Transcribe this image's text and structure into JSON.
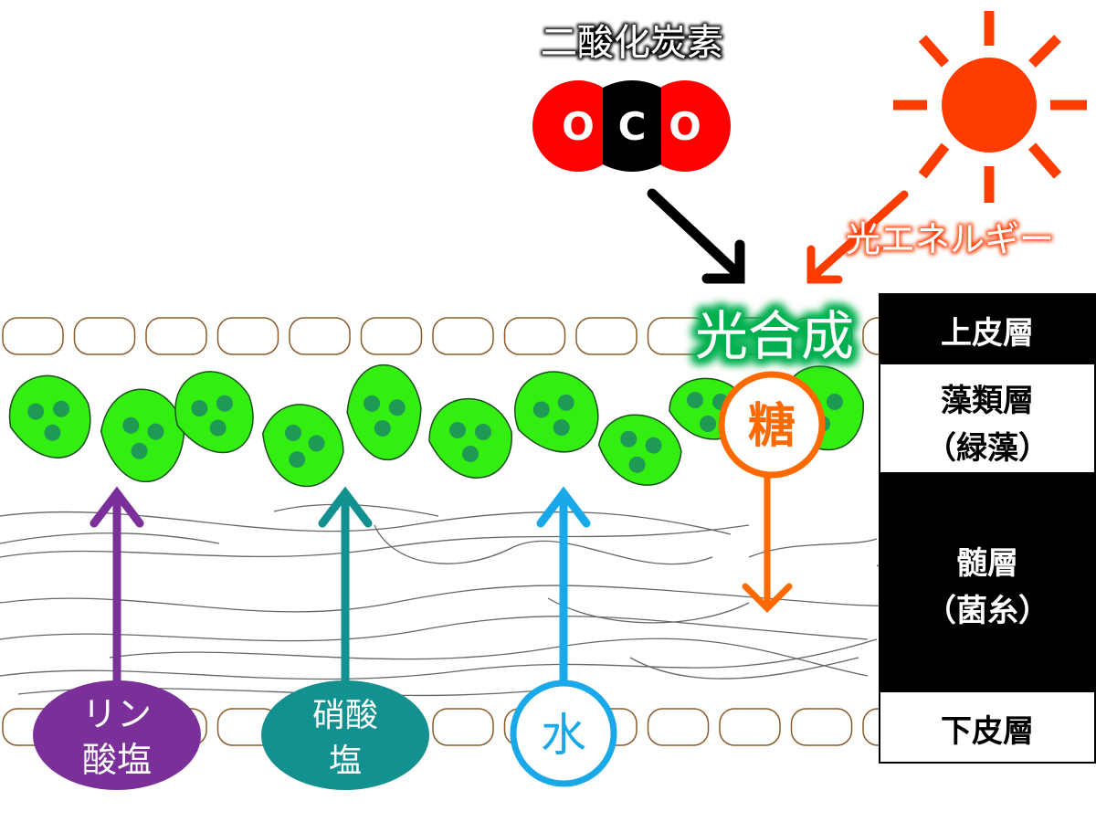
{
  "co2": {
    "label": "二酸化炭素",
    "atoms": [
      "O",
      "C",
      "O"
    ]
  },
  "light": {
    "label": "光エネルギー"
  },
  "photosynthesis": {
    "label": "光合成"
  },
  "sugar": {
    "label": "糖"
  },
  "nutrients": {
    "phosphate": {
      "line1": "リン",
      "line2": "酸塩"
    },
    "nitrate": {
      "line1": "硝酸",
      "line2": "塩"
    },
    "water": {
      "label": "水"
    }
  },
  "layers": [
    {
      "line1": "上皮層",
      "line2": ""
    },
    {
      "line1": "藻類層",
      "line2": "（緑藻）"
    },
    {
      "line1": "髄層",
      "line2": "（菌糸）"
    },
    {
      "line1": "下皮層",
      "line2": ""
    }
  ],
  "colors": {
    "sun": "#ff3c00",
    "co2_o": "#ff0000",
    "algae": "#33ee11",
    "sugar": "#ff6a00",
    "phosphate": "#7b3099",
    "nitrate": "#139090",
    "water": "#1aa9e8",
    "glow": "#00b050"
  }
}
